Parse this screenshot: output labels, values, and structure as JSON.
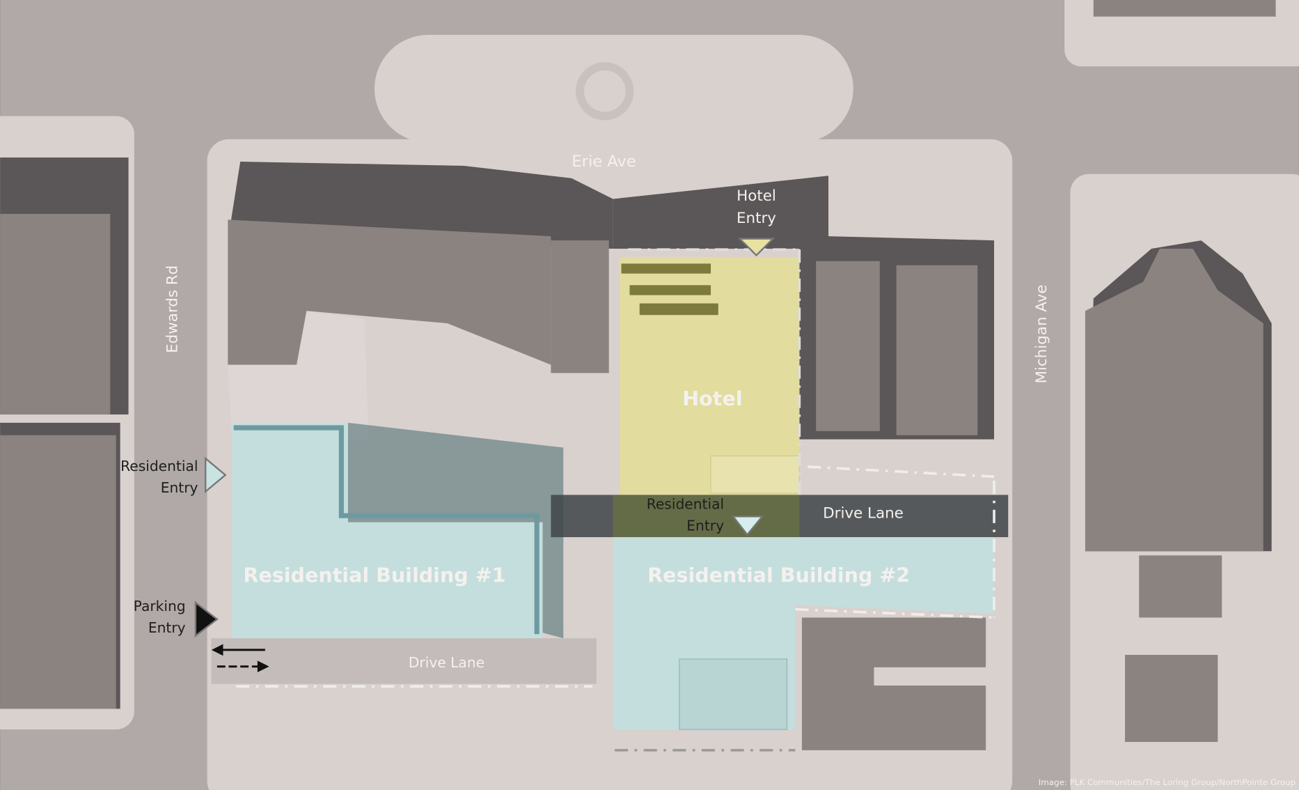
{
  "streets": {
    "erie": "Erie Ave",
    "edwards": "Edwards Rd",
    "michigan": "Michigan Ave"
  },
  "buildings": {
    "hotel": "Hotel",
    "residential_1": "Residential Building #1",
    "residential_2": "Residential Building #2"
  },
  "entries": {
    "hotel_entry": [
      "Hotel",
      "Entry"
    ],
    "residential_entry_west": [
      "Residential",
      "Entry"
    ],
    "residential_entry_center": [
      "Residential",
      "Entry"
    ],
    "parking_entry": [
      "Parking",
      "Entry"
    ]
  },
  "drive_lanes": {
    "north": "Drive Lane",
    "south": "Drive Lane"
  },
  "credit": "Image: PLK Communities/The Loring Group/NorthPointe Group",
  "colors": {
    "road": "#b1a9a7",
    "block": "#d8d1ce",
    "building": "#8b8380",
    "shadow": "#5b5657",
    "hotel": "#e2dc9e",
    "residential": "#c4dedd"
  }
}
